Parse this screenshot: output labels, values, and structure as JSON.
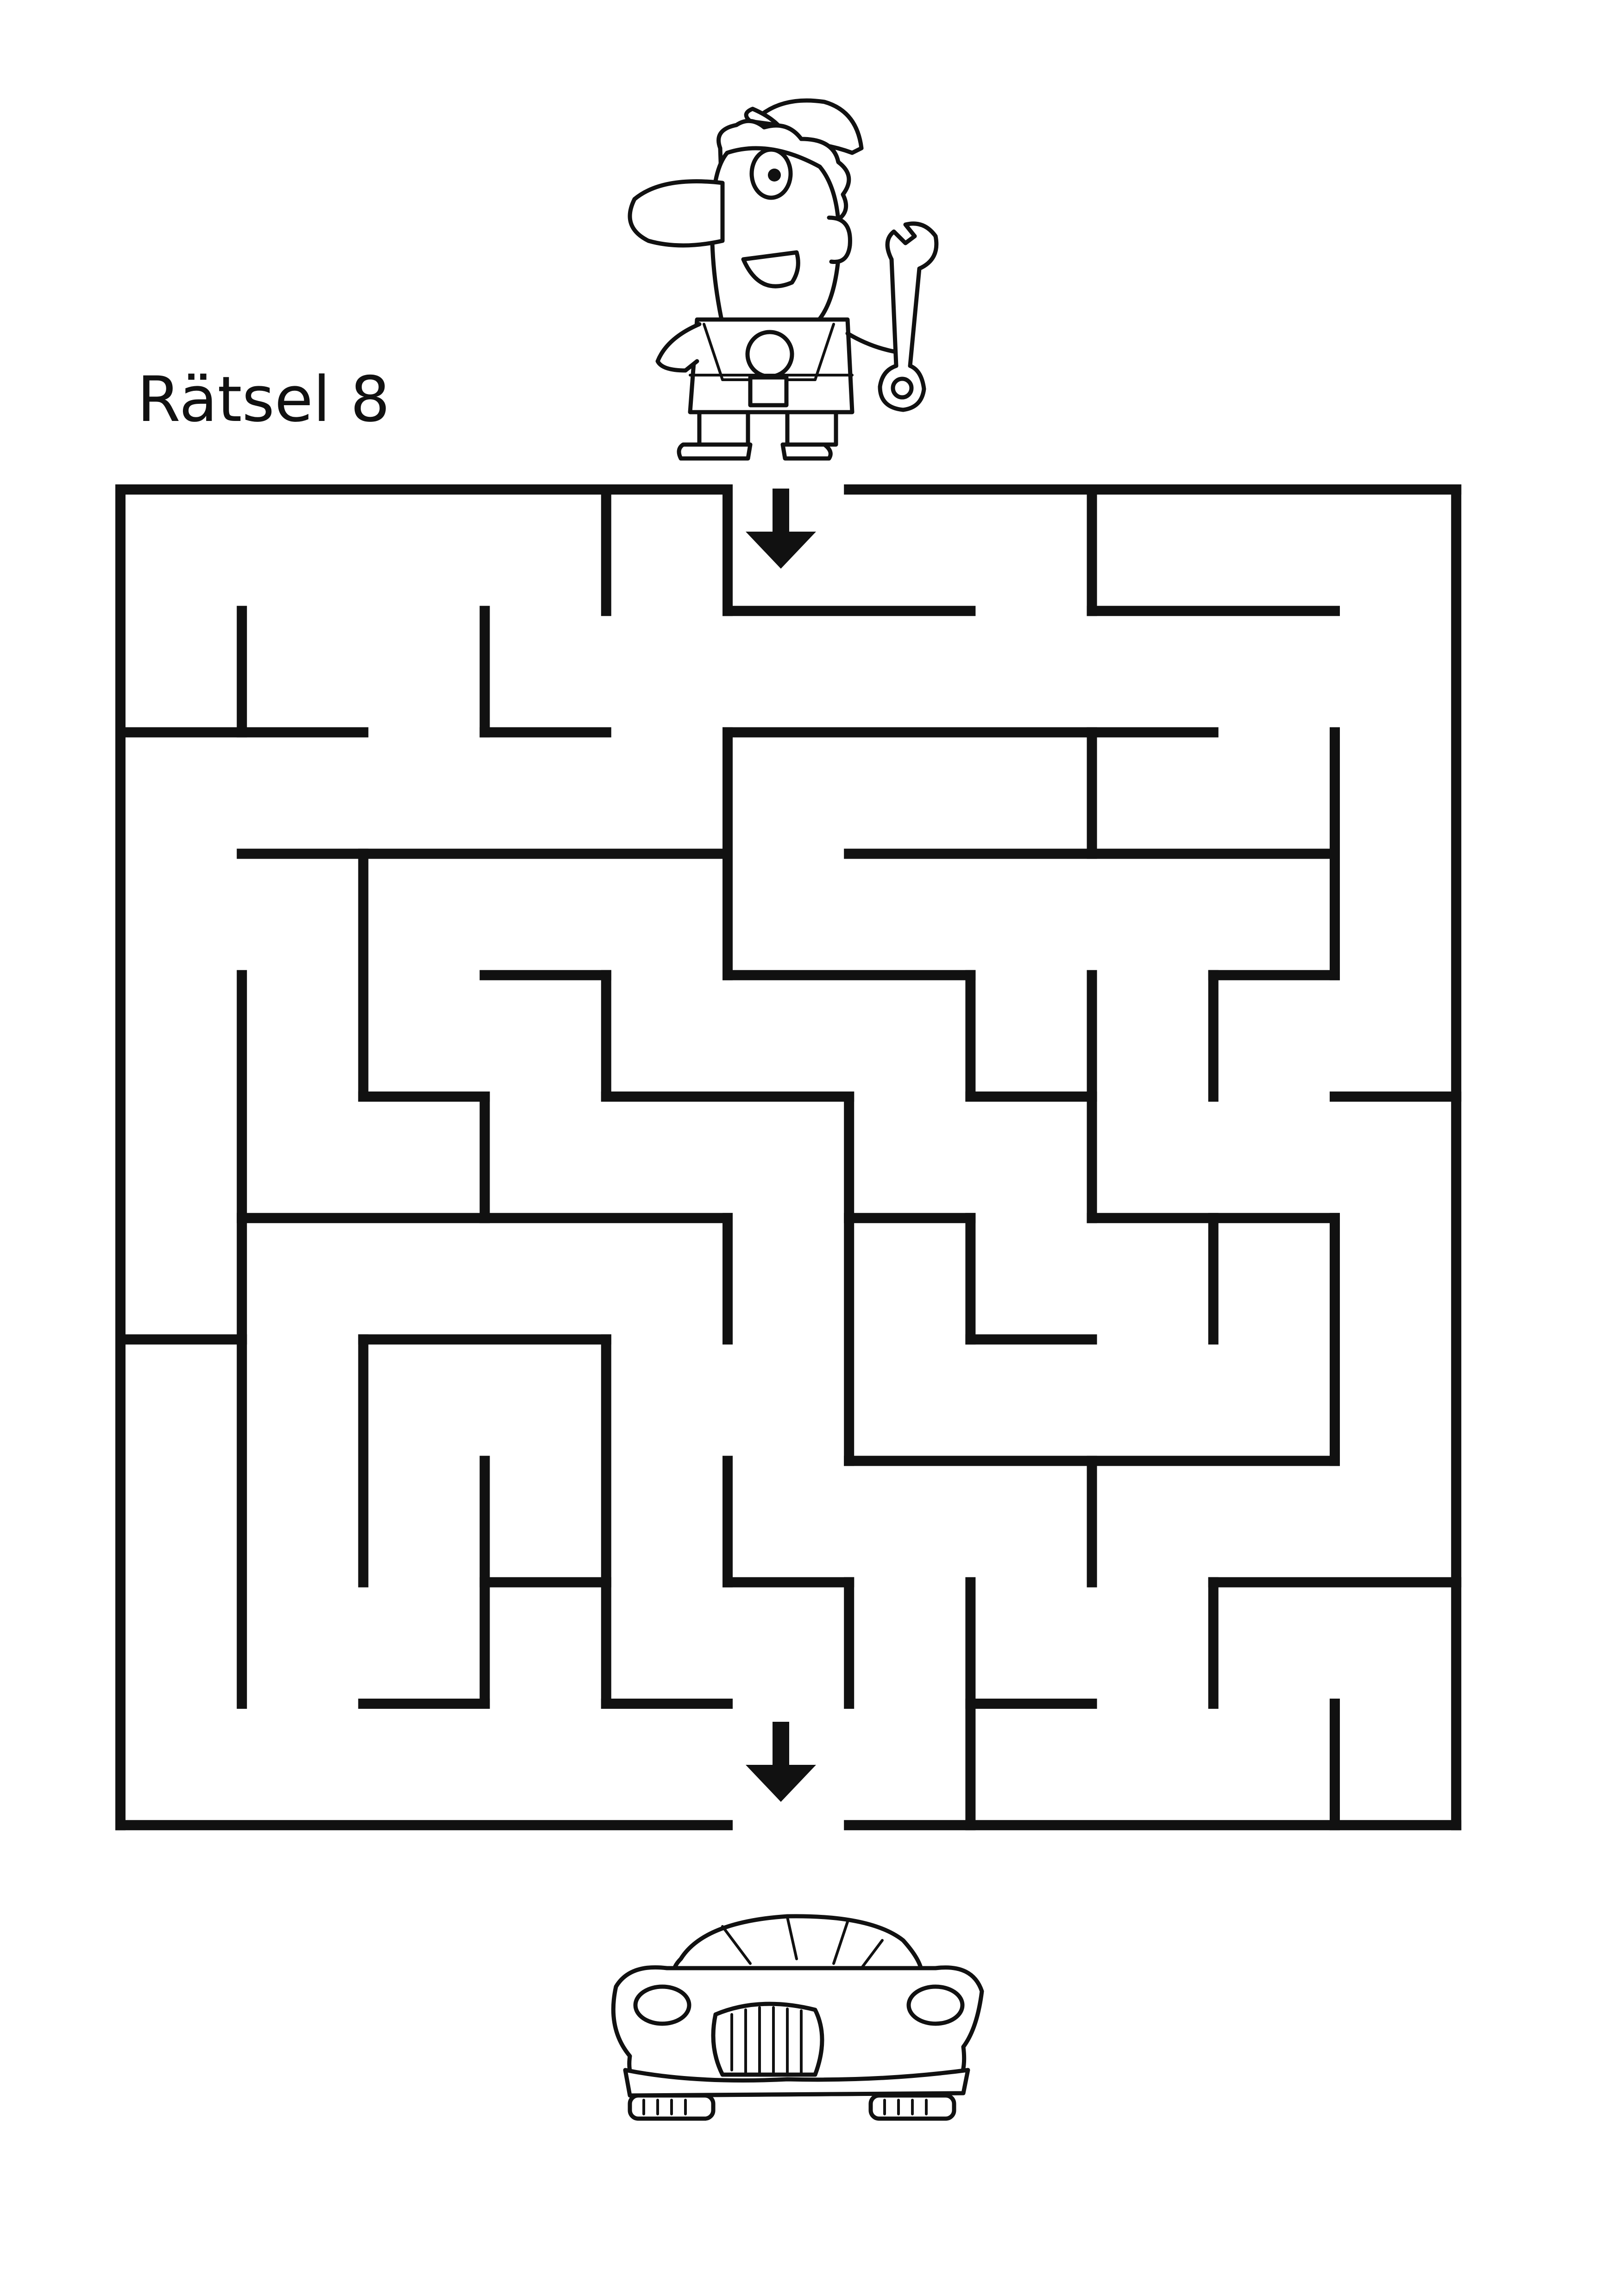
{
  "title": "Rätsel 8",
  "illustrations": {
    "start_character": "mechanic-with-wrench",
    "goal_object": "broken-car"
  },
  "maze": {
    "rows": 11,
    "cols": 11,
    "entrance": {
      "row": 0,
      "col": 5,
      "side": "top"
    },
    "exit": {
      "row": 10,
      "col": 5,
      "side": "bottom"
    }
  },
  "colors": {
    "ink": "#111111",
    "paper": "#ffffff"
  }
}
